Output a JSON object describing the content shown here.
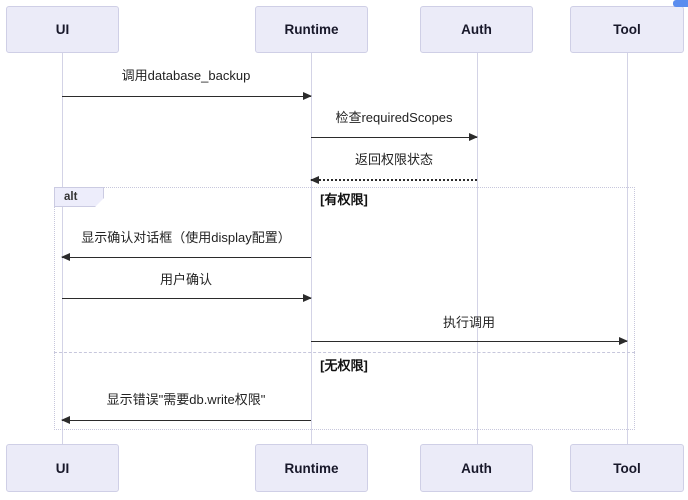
{
  "diagram": {
    "type": "sequence",
    "actors": [
      {
        "id": "ui",
        "label": "UI"
      },
      {
        "id": "runtime",
        "label": "Runtime"
      },
      {
        "id": "auth",
        "label": "Auth"
      },
      {
        "id": "tool",
        "label": "Tool"
      }
    ],
    "messages": [
      {
        "text": "调用database_backup",
        "from": "UI",
        "to": "Runtime",
        "line": "solid"
      },
      {
        "text": "检查requiredScopes",
        "from": "Runtime",
        "to": "Auth",
        "line": "solid"
      },
      {
        "text": "返回权限状态",
        "from": "Auth",
        "to": "Runtime",
        "line": "dotted"
      },
      {
        "text": "显示确认对话框（使用display配置）",
        "from": "Runtime",
        "to": "UI",
        "line": "solid"
      },
      {
        "text": "用户确认",
        "from": "UI",
        "to": "Runtime",
        "line": "solid"
      },
      {
        "text": "执行调用",
        "from": "Runtime",
        "to": "Tool",
        "line": "solid"
      },
      {
        "text": "显示错误\"需要db.write权限\"",
        "from": "Runtime",
        "to": "UI",
        "line": "solid"
      }
    ],
    "alt_block": {
      "label": "alt",
      "guard_granted": "[有权限]",
      "guard_denied": "[无权限]"
    }
  },
  "colors": {
    "actor_fill": "#ebebf8",
    "actor_border": "#cfcfe6",
    "arrow": "#2b2b2b",
    "frame_border": "#c7c7dc",
    "accent_blue": "#5b8def"
  }
}
